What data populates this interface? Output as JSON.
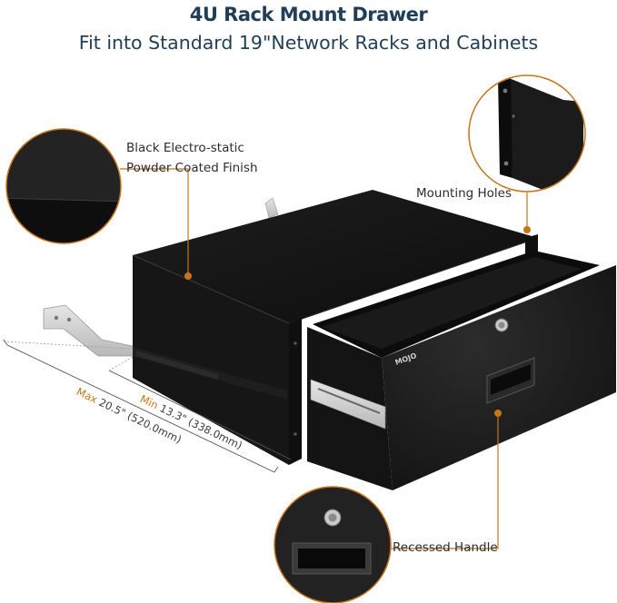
{
  "header": {
    "title": "4U Rack Mount Drawer",
    "subtitle": "Fit into Standard 19\"Network Racks and Cabinets"
  },
  "callouts": {
    "finish_line1": "Black Electro-static",
    "finish_line2": "Powder Coated Finish",
    "mounting": "Mounting Holes",
    "handle": "Recessed Handle"
  },
  "dimensions": {
    "min_label": "Min",
    "min_value": "13.3\" (338.0mm)",
    "max_label": "Max",
    "max_value": "20.5\" (520.0mm)"
  },
  "brand": "MOJO",
  "colors": {
    "accent": "#c8741c",
    "title": "#1f3e57",
    "body": "#1b1b1b"
  }
}
